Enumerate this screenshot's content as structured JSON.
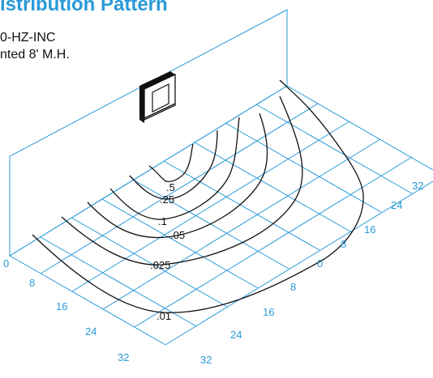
{
  "header": {
    "title": "istribution Pattern",
    "line1": "0-HZ-INC",
    "line2": "nted 8' M.H."
  },
  "axes": {
    "left_side_ticks": [
      "0",
      "8",
      "16",
      "24",
      "32"
    ],
    "front_ticks": [
      "32",
      "24",
      "16",
      "8",
      "0",
      "8",
      "16",
      "24",
      "32"
    ]
  },
  "isofootcandle_labels": [
    ".5",
    ".25",
    ".1",
    ".05",
    ".025",
    ".01"
  ],
  "colors": {
    "accent": "#2a9ad9",
    "line": "#111111"
  }
}
